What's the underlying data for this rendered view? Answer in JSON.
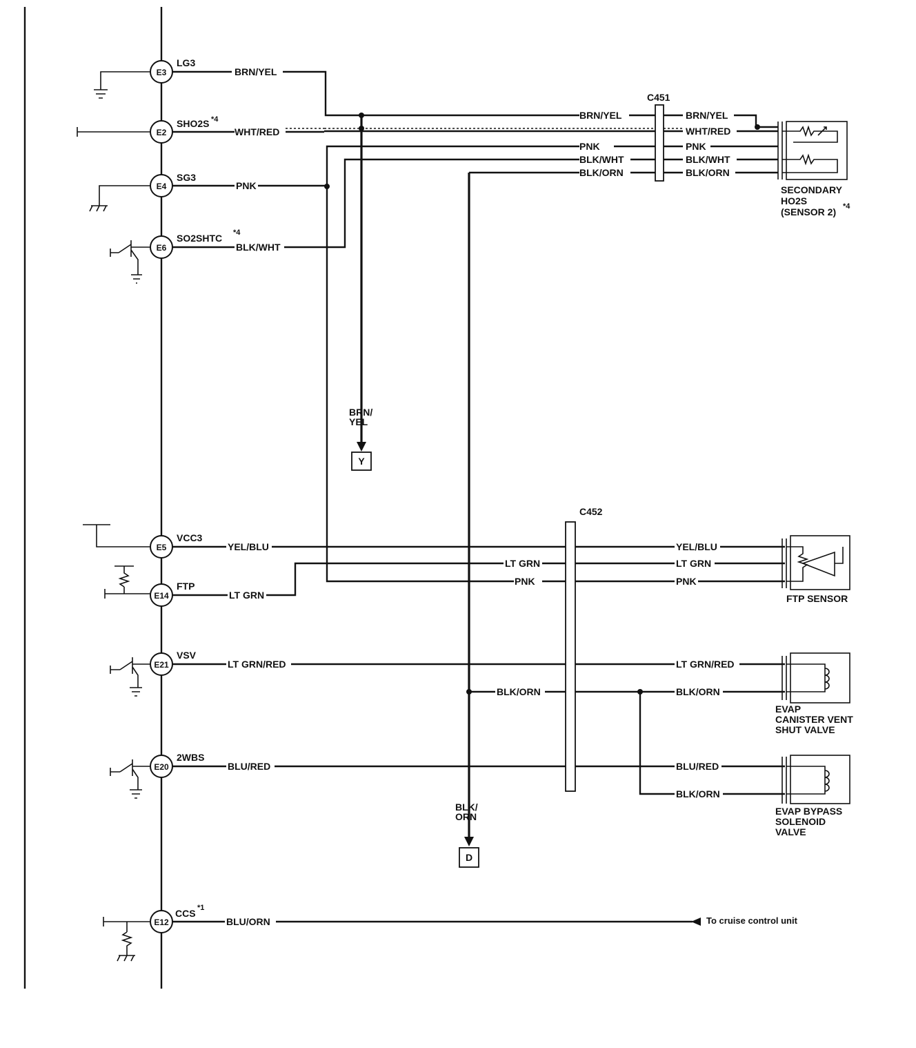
{
  "pins": {
    "e3": "E3",
    "e2": "E2",
    "e4": "E4",
    "e6": "E6",
    "e5": "E5",
    "e14": "E14",
    "e21": "E21",
    "e20": "E20",
    "e12": "E12"
  },
  "signals": {
    "lg3": "LG3",
    "sho2s": "SHO2S",
    "sg3": "SG3",
    "so2shtc": "SO2SHTC",
    "vcc3": "VCC3",
    "ftp": "FTP",
    "vsv": "VSV",
    "wbs": "2WBS",
    "ccs": "CCS"
  },
  "notes": {
    "n4": "*4",
    "n1": "*1"
  },
  "wires": {
    "brn_yel": "BRN/YEL",
    "wht_red": "WHT/RED",
    "pnk": "PNK",
    "blk_wht": "BLK/WHT",
    "blk_orn": "BLK/ORN",
    "yel_blu": "YEL/BLU",
    "lt_grn": "LT GRN",
    "lt_grn_red": "LT GRN/RED",
    "blu_red": "BLU/RED",
    "blu_orn": "BLU/ORN",
    "brn": "BRN/",
    "yel": "YEL",
    "blk": "BLK/",
    "orn": "ORN"
  },
  "connectors": {
    "c451": "C451",
    "c452": "C452"
  },
  "terminals": {
    "y": "Y",
    "d": "D"
  },
  "components": {
    "ho2s_line1": "SECONDARY",
    "ho2s_line2": "HO2S",
    "ho2s_line3": "(SENSOR 2)",
    "ftp_sensor": "FTP SENSOR",
    "vent_line1": "EVAP",
    "vent_line2": "CANISTER VENT",
    "vent_line3": "SHUT VALVE",
    "bypass_line1": "EVAP BYPASS",
    "bypass_line2": "SOLENOID",
    "bypass_line3": "VALVE"
  },
  "cruise_note": "To cruise control unit"
}
